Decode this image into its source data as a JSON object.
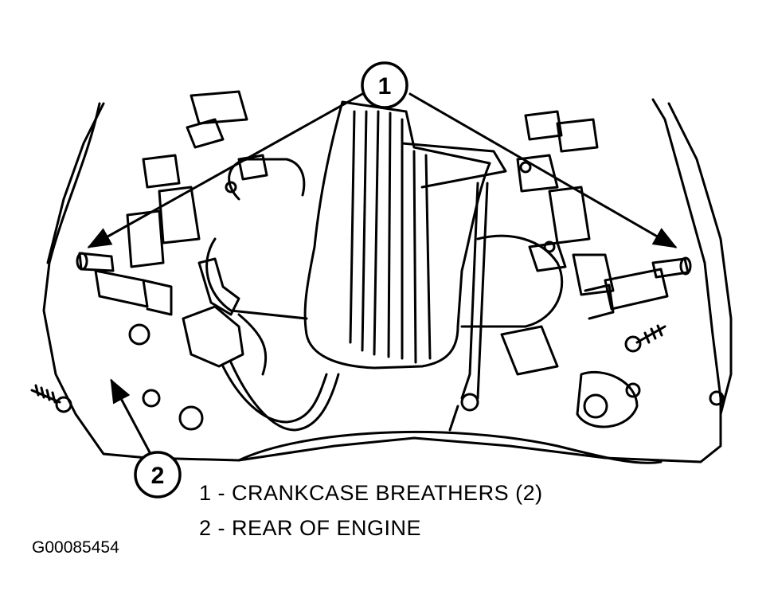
{
  "figure": {
    "callouts": [
      {
        "number": "1"
      },
      {
        "number": "2"
      }
    ],
    "legend": [
      {
        "text": "1 - CRANKCASE BREATHERS (2)"
      },
      {
        "text": "2 - REAR OF ENGINE"
      }
    ],
    "figure_id": "G00085454"
  }
}
